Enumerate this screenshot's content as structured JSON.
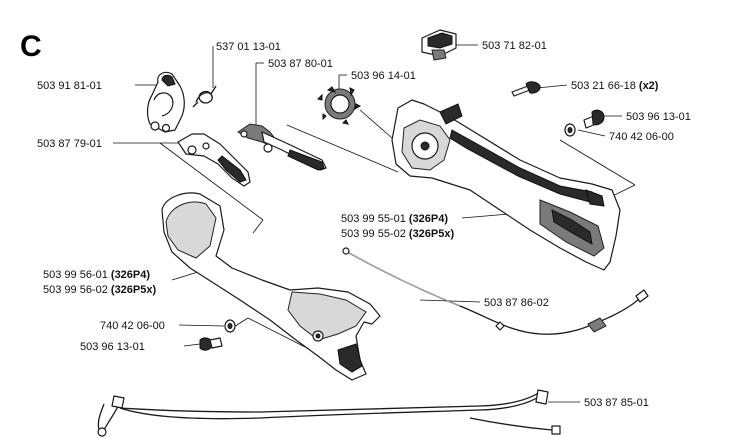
{
  "section_letter": "C",
  "labels": {
    "p1": "537 01 13-01",
    "p2": "503 87 80-01",
    "p3": "503 96 14-01",
    "p4": "503 71 82-01",
    "p5": "503 91 81-01",
    "p6": "503 21 66-18",
    "p6_qty": "(x2)",
    "p7": "503 96 13-01",
    "p8": "740 42 06-00",
    "p9": "503 87 79-01",
    "p10": "503 99 55-01",
    "p10_var": "(326P4)",
    "p11": "503 99 55-02",
    "p11_var": "(326P5x)",
    "p12": "503 99 56-01",
    "p12_var": "(326P4)",
    "p13": "503 99 56-02",
    "p13_var": "(326P5x)",
    "p14": "503 87 86-02",
    "p15": "740 42 06-00",
    "p16": "503 96 13-01",
    "p17": "503 87 85-01"
  }
}
